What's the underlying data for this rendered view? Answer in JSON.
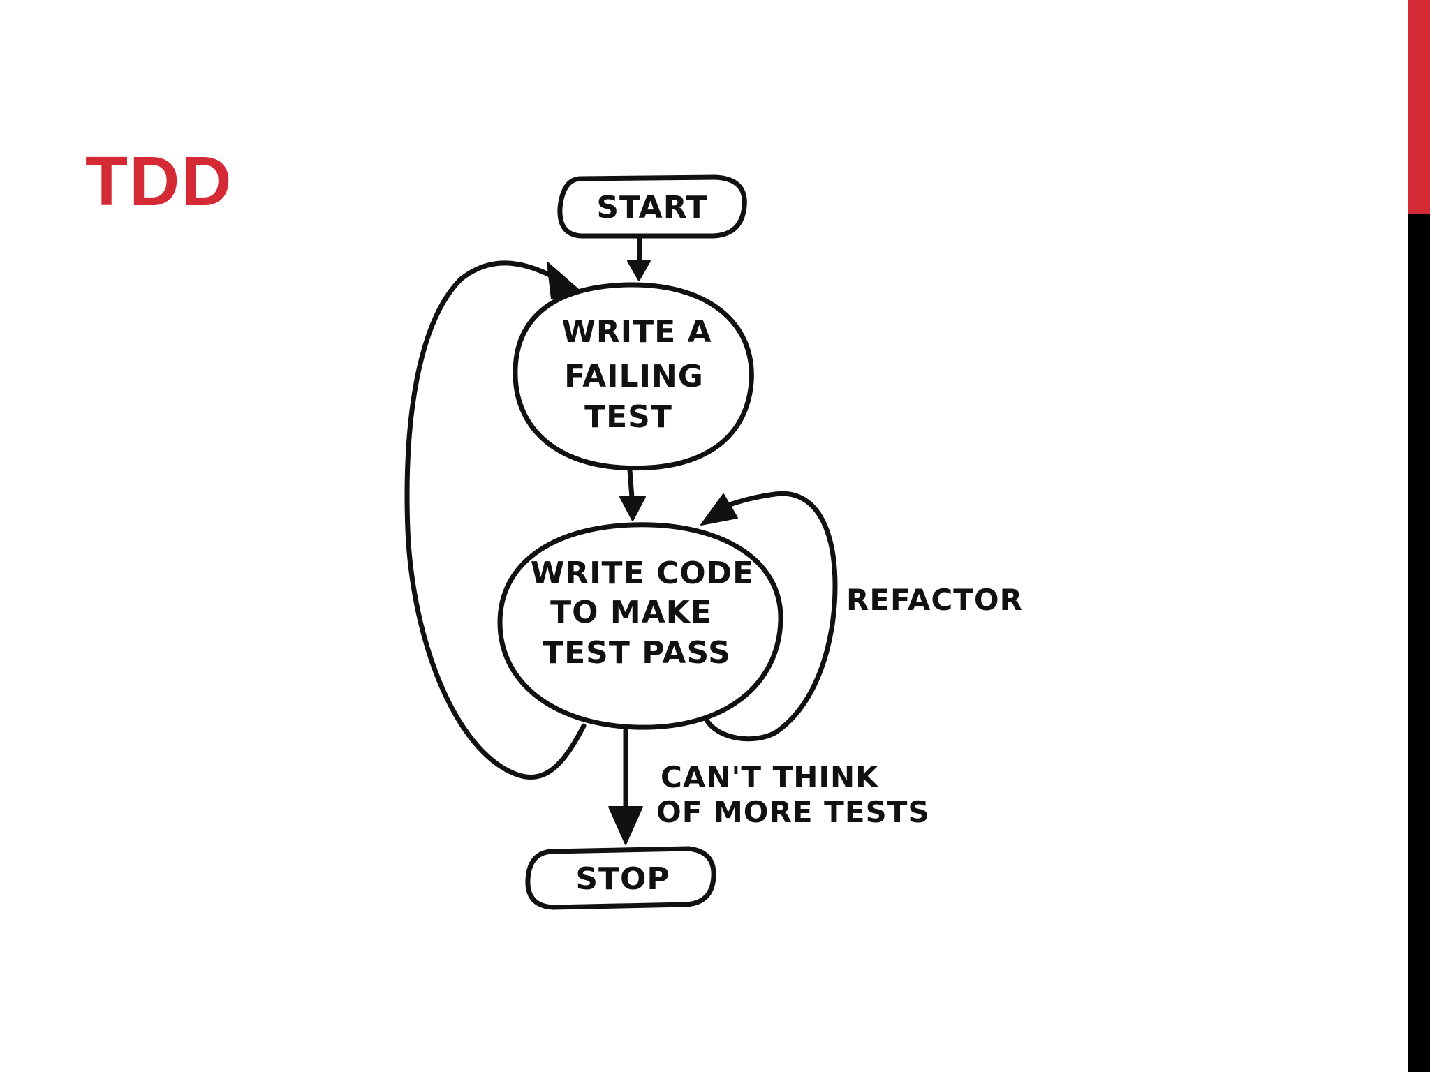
{
  "slide": {
    "title": "TDD",
    "accent_color": "#d42a35",
    "side_bar_colors": {
      "top": "#d42a35",
      "bottom": "#000000"
    }
  },
  "diagram": {
    "nodes": {
      "start": "START",
      "write_test": [
        "WRITE A",
        "FAILING",
        "TEST"
      ],
      "write_code": [
        "WRITE CODE",
        "TO MAKE",
        "TEST PASS"
      ],
      "stop": "STOP"
    },
    "edge_labels": {
      "refactor": "REFACTOR",
      "cant_think": [
        "CAN'T THINK",
        "OF MORE TESTS"
      ]
    }
  }
}
